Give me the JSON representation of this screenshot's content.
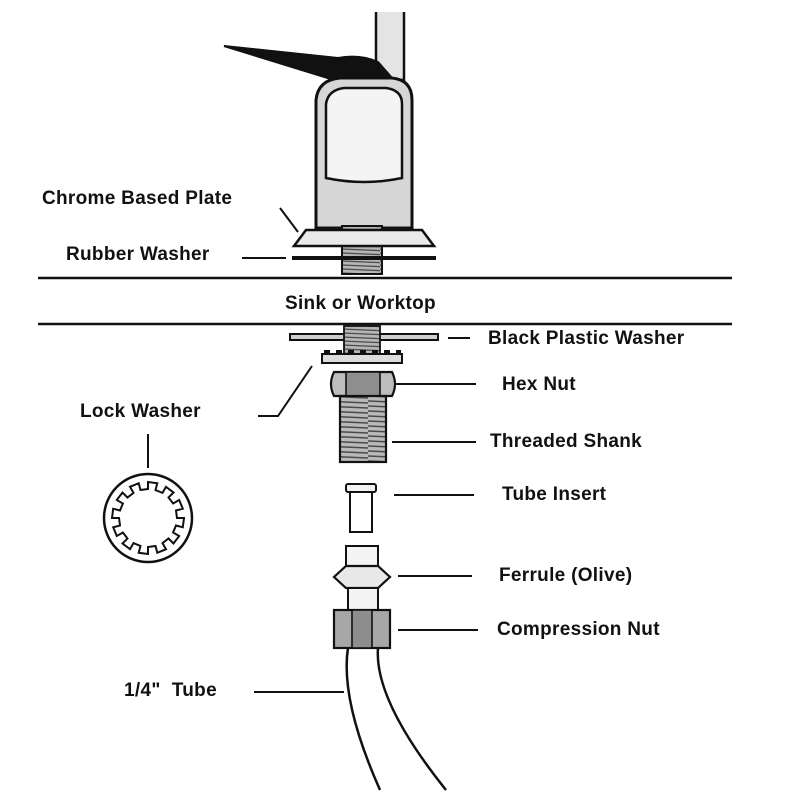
{
  "labels": {
    "chrome_based_plate": "Chrome Based Plate",
    "rubber_washer": "Rubber Washer",
    "sink_or_worktop": "Sink or Worktop",
    "black_plastic_washer": "Black Plastic Washer",
    "hex_nut": "Hex Nut",
    "lock_washer": "Lock Washer",
    "threaded_shank": "Threaded Shank",
    "tube_insert": "Tube Insert",
    "ferrule": "Ferrule (Olive)",
    "compression_nut": "Compression Nut",
    "tube": "1/4\"  Tube"
  },
  "colors": {
    "ink": "#111111",
    "chrome": "#c9c9c9",
    "chrome_light": "#e6e6e6",
    "metal_dark": "#7a7a7a",
    "nut": "#9a9a9a"
  }
}
